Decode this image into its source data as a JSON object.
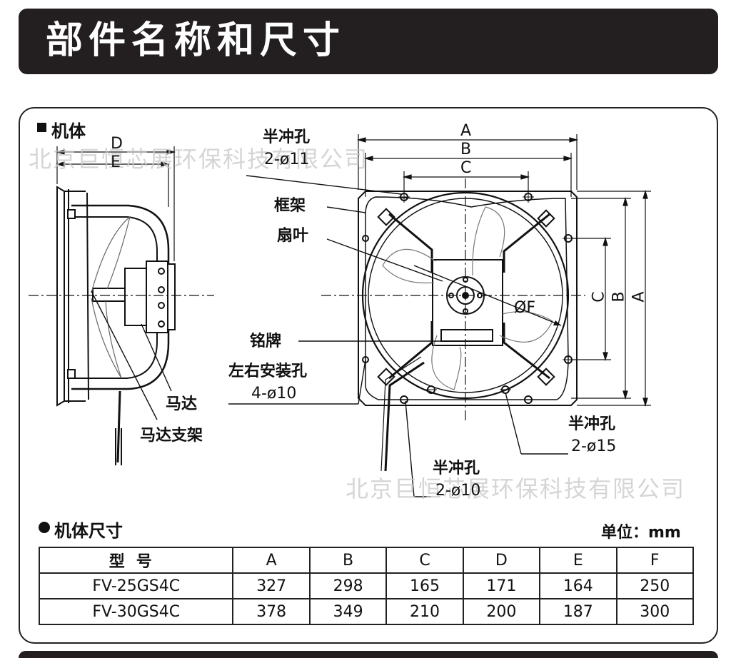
{
  "header": {
    "title": "部件名称和尺寸"
  },
  "body_section": {
    "title": "机体"
  },
  "dims_section": {
    "title": "机体尺寸",
    "unit": "单位：mm"
  },
  "watermark": "北京巨恒芯展环保科技有限公司",
  "watermark2": "北京巨恒芯展环保科技有限公司",
  "labels": {
    "half_punch_top": "半冲孔",
    "half_punch_top_size": "2-ø11",
    "frame": "框架",
    "blade": "扇叶",
    "nameplate": "铭牌",
    "mount_holes": "左右安装孔",
    "mount_holes_size": "4-ø10",
    "motor": "马达",
    "motor_bracket": "马达支架",
    "half_punch_right": "半冲孔",
    "half_punch_right_size": "2-ø15",
    "half_punch_bottom": "半冲孔",
    "half_punch_bottom_size": "2-ø10"
  },
  "dims": {
    "A": "A",
    "B": "B",
    "C": "C",
    "D": "D",
    "E": "E",
    "F": "ØF"
  },
  "table": {
    "headers": [
      "型号",
      "A",
      "B",
      "C",
      "D",
      "E",
      "F"
    ],
    "rows": [
      [
        "FV-25GS4C",
        "327",
        "298",
        "165",
        "171",
        "164",
        "250"
      ],
      [
        "FV-30GS4C",
        "378",
        "349",
        "210",
        "200",
        "187",
        "300"
      ]
    ]
  }
}
